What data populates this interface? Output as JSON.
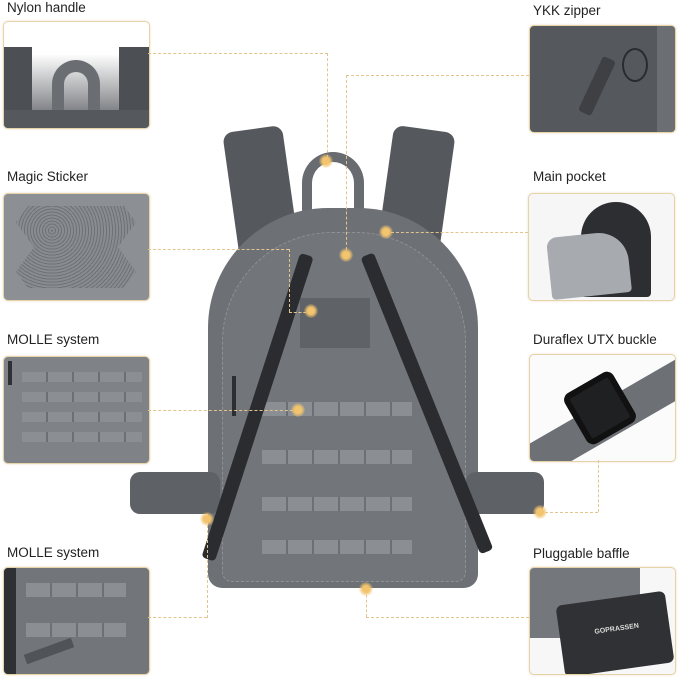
{
  "features": [
    {
      "id": "nylon-handle",
      "label": "Nylon handle",
      "side": "left"
    },
    {
      "id": "magic-sticker",
      "label": "Magic Sticker",
      "side": "left"
    },
    {
      "id": "molle-system-top",
      "label": "MOLLE system",
      "side": "left"
    },
    {
      "id": "molle-system-bottom",
      "label": "MOLLE system",
      "side": "left"
    },
    {
      "id": "ykk-zipper",
      "label": "YKK zipper",
      "side": "right"
    },
    {
      "id": "main-pocket",
      "label": "Main pocket",
      "side": "right"
    },
    {
      "id": "duraflex-buckle",
      "label": "Duraflex UTX buckle",
      "side": "right"
    },
    {
      "id": "pluggable-baffle",
      "label": "Pluggable baffle",
      "side": "right"
    }
  ],
  "baffle_brand_text": "GOPRASSEN",
  "colors": {
    "accent_dot": "#f3c46e",
    "dashed_line": "#e2c48f",
    "card_border": "#e6d3a8",
    "bag_gray": "#6d7075",
    "strap_black": "#2b2c2f"
  }
}
